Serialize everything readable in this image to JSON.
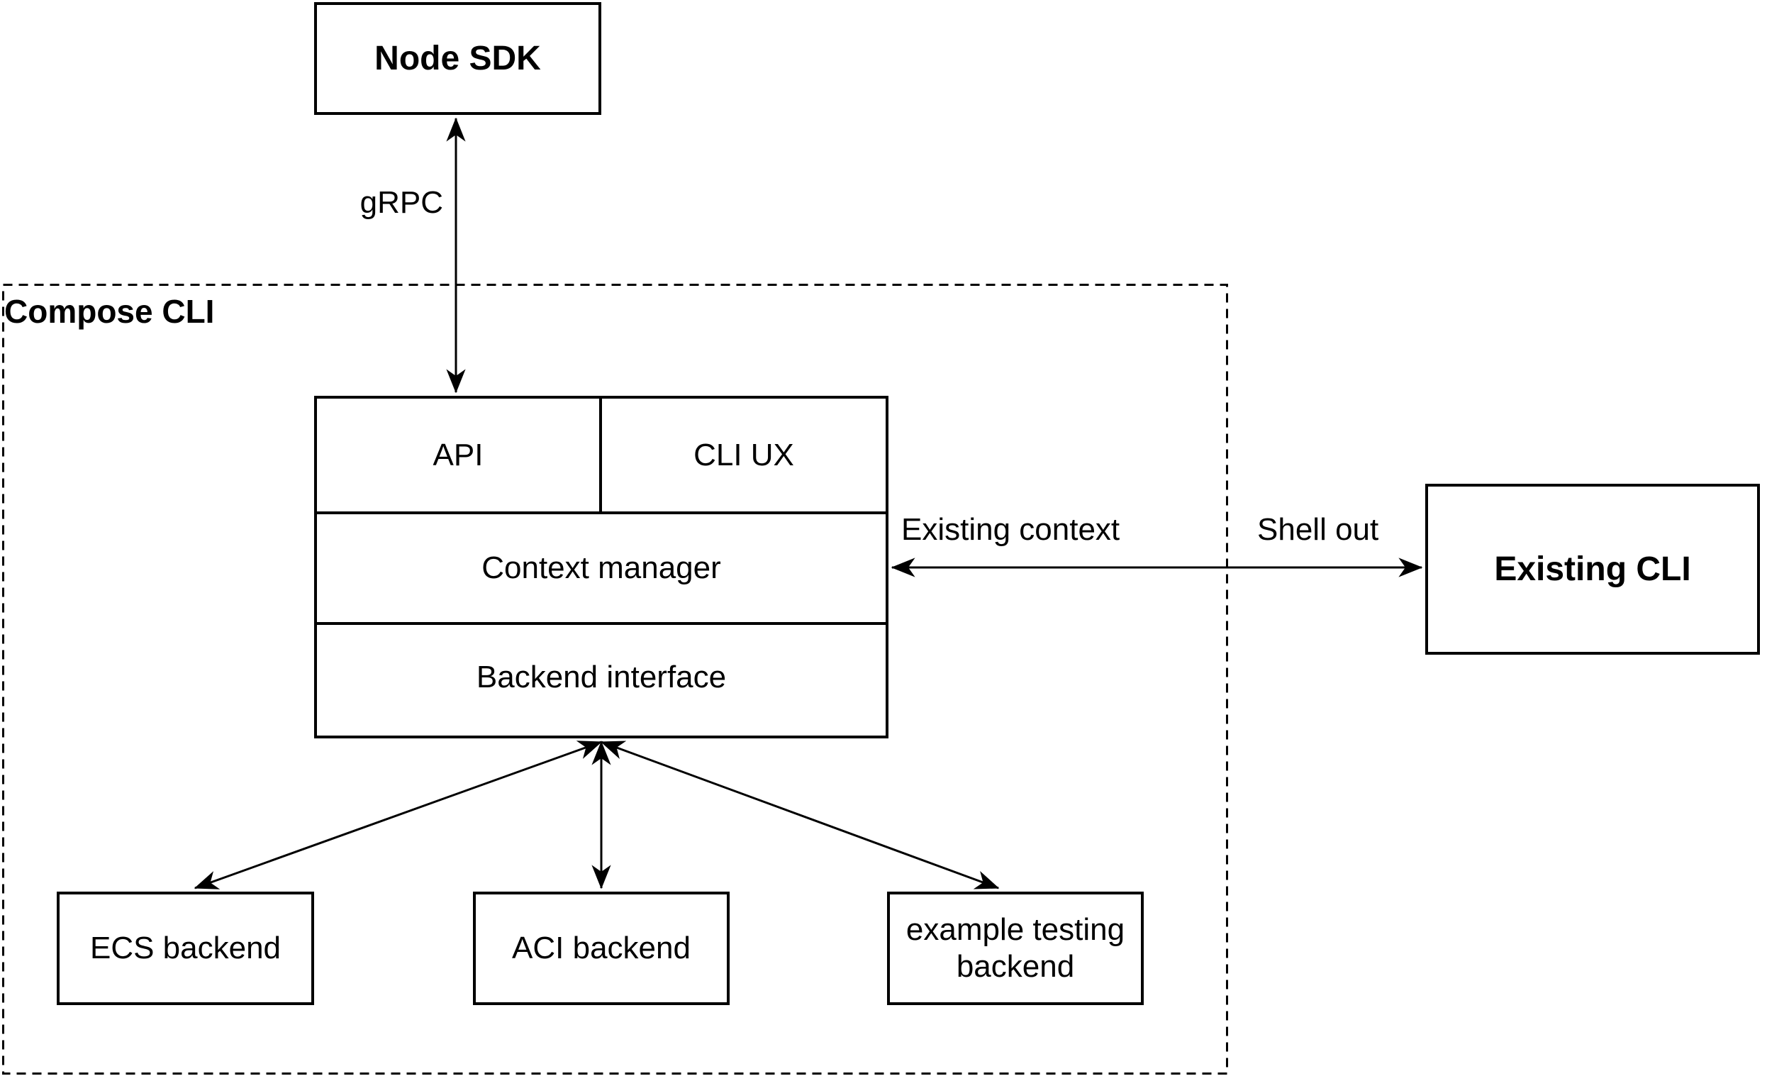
{
  "nodes": {
    "node_sdk": "Node SDK",
    "api": "API",
    "cli_ux": "CLI UX",
    "context_manager": "Context manager",
    "backend_interface": "Backend interface",
    "existing_cli": "Existing CLI",
    "ecs_backend": "ECS backend",
    "aci_backend": "ACI backend",
    "example_testing_backend": "example testing backend"
  },
  "containers": {
    "compose_cli": "Compose CLI"
  },
  "edges": {
    "grpc": "gRPC",
    "existing_context": "Existing context",
    "shell_out": "Shell out"
  },
  "colors": {
    "stroke": "#000000",
    "background": "#ffffff"
  }
}
